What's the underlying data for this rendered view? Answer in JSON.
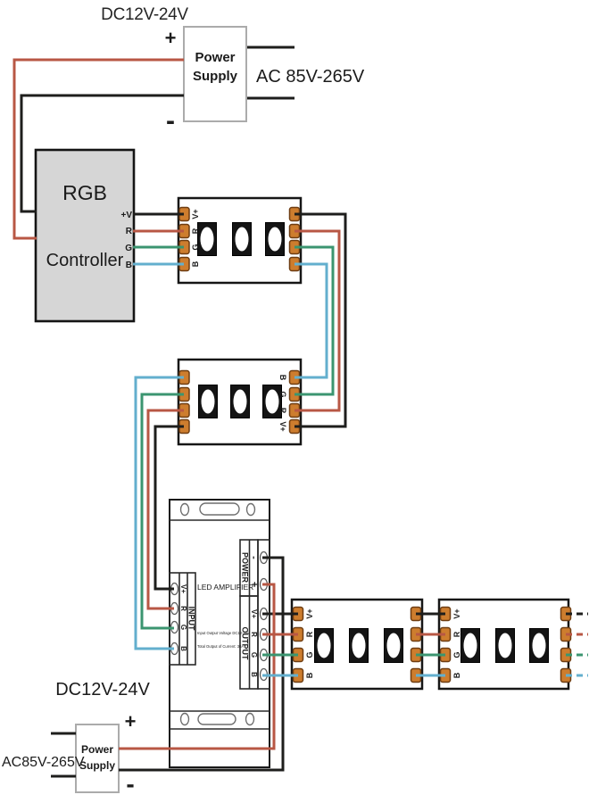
{
  "colors": {
    "wire_black": "#1e1e1c",
    "wire_red": "#b85744",
    "wire_green": "#3b9570",
    "wire_blue": "#63afce",
    "pad_fill": "#cd7d2e",
    "pad_border": "#6e3d12",
    "controller_fill": "#d6d6d6",
    "pin_v_label": "#3c3c3c"
  },
  "top_supply": {
    "dc_label": "DC12V-24V",
    "plus": "+",
    "minus": "-",
    "name_line1": "Power",
    "name_line2": "Supply",
    "ac_label": "AC 85V-265V"
  },
  "controller": {
    "title_line1": "RGB",
    "title_line2": "Controller",
    "pins": [
      "+V",
      "R",
      "G",
      "B"
    ]
  },
  "strips": {
    "pins": [
      "V+",
      "R",
      "G",
      "B"
    ]
  },
  "amplifier": {
    "title": "LED AMPLIFIER",
    "input_label": "INPUT",
    "power_label": "POWER",
    "output_label": "OUTPUT",
    "power_pins": [
      "-",
      "+"
    ],
    "pins": [
      "V+",
      "R",
      "G",
      "B"
    ],
    "spec_line1": "Input  Output Voltage DC12-24V",
    "spec_line2": "Total Output of Current: 30A"
  },
  "bottom_supply": {
    "dc_label": "DC12V-24V",
    "plus": "+",
    "minus": "-",
    "name_line1": "Power",
    "name_line2": "Supply",
    "ac_label": "AC85V-265V"
  }
}
